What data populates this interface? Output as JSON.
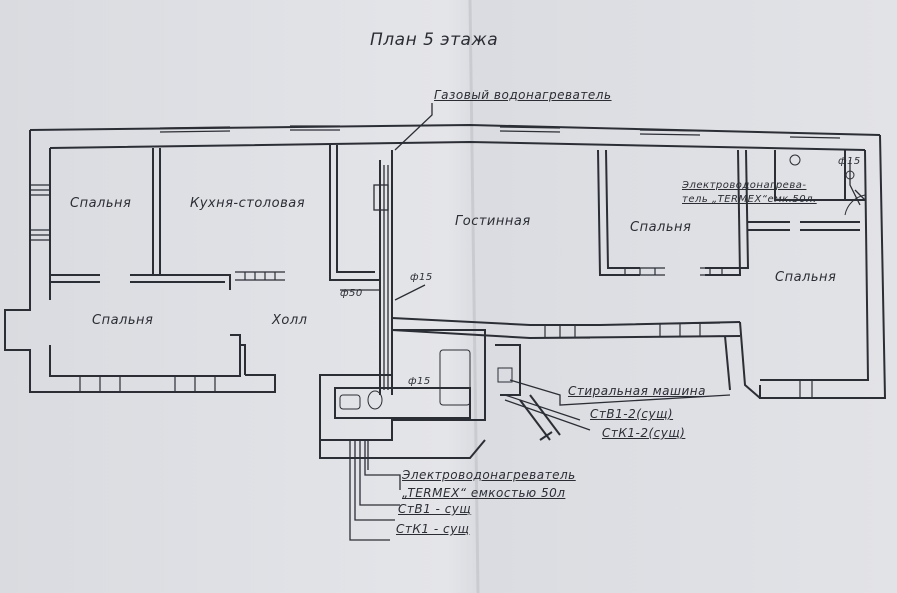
{
  "title": "План 5 этажа",
  "rooms": {
    "bedroom_1": "Спальня",
    "kitchen": "Кухня-столовая",
    "living": "Гостинная",
    "bedroom_2": "Спальня",
    "bedroom_3": "Спальня",
    "bedroom_4": "Спальня",
    "hall": "Холл"
  },
  "annotations": {
    "gas_heater": "Газовый водонагреватель",
    "electric_heater_right_1": "Электроводонагрева-",
    "electric_heater_right_2": "тель „TERMEX“емк.50л.",
    "washing_machine": "Стиральная машина",
    "stv2": "СтВ1-2(сущ)",
    "stk2": "СтК1-2(сущ)",
    "electric_heater_bottom_1": "Электроводонагреватель",
    "electric_heater_bottom_2": "„TERMEX“ емкостью 50л",
    "stv1": "СтВ1 - сущ",
    "stk1": "СтК1 - сущ"
  },
  "dimensions": {
    "d50": "ф50",
    "d15_a": "ф15",
    "d15_b": "ф15",
    "d15_c": "ф15"
  }
}
